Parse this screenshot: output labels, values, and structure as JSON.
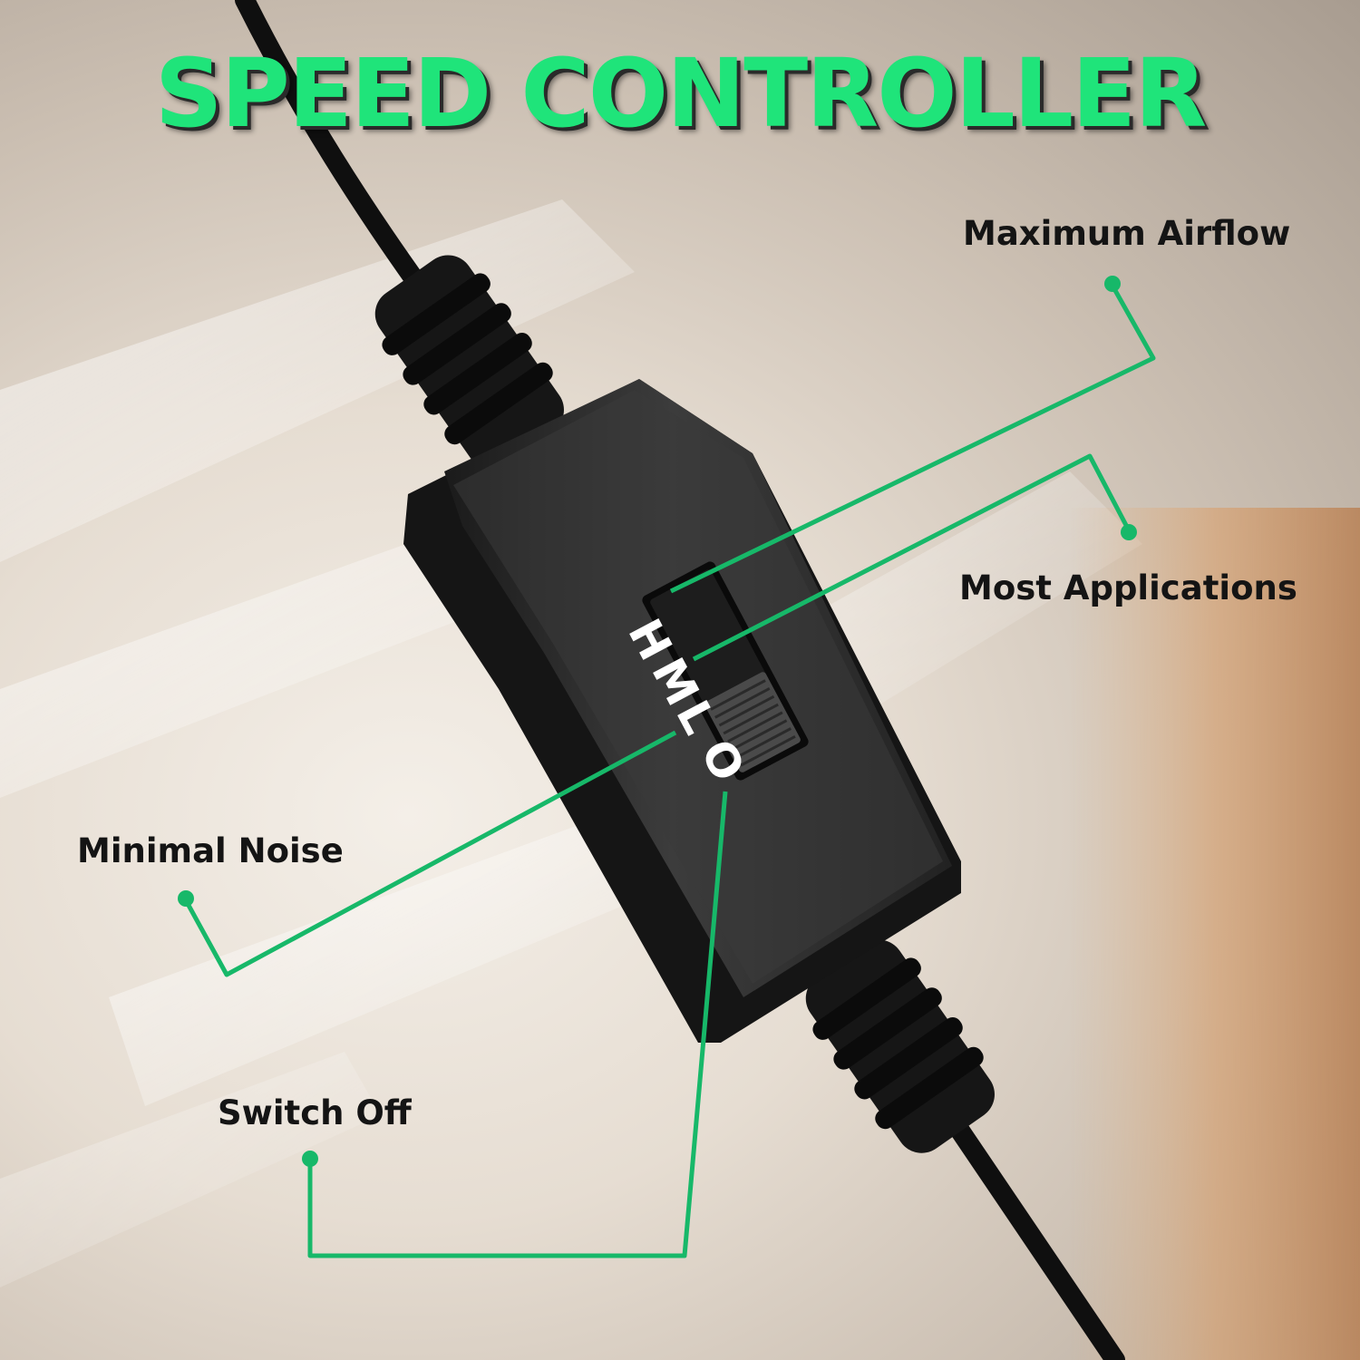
{
  "title": "SPEED CONTROLLER",
  "switch_positions": [
    "H",
    "M",
    "L",
    "O"
  ],
  "callouts": {
    "maximum_airflow": "Maximum Airflow",
    "most_applications": "Most Applications",
    "minimal_noise": "Minimal Noise",
    "switch_off": "Switch Off"
  },
  "colors": {
    "accent": "#1fe47a",
    "callout_line": "#17b869",
    "text": "#141414"
  }
}
